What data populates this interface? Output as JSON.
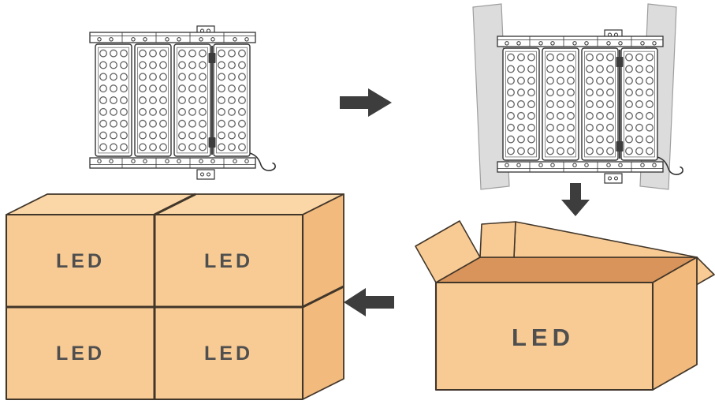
{
  "labels": {
    "stack_boxes": [
      {
        "label": "LED"
      },
      {
        "label": "LED"
      },
      {
        "label": "LED"
      },
      {
        "label": "LED"
      }
    ],
    "open_carton_label": "LED"
  },
  "icons": {
    "flow_step_1": "arrow-right-icon",
    "flow_step_2": "arrow-down-icon",
    "flow_step_3": "arrow-left-icon"
  },
  "colors": {
    "carton": "#f9cb94",
    "carton_top": "#fbd6a6",
    "carton_side": "#f3ba7d",
    "carton_inside": "#d8945a",
    "carton_outline": "#41362a",
    "arrow": "#3d3d3d",
    "foam": "#dcdcdc",
    "foam_outline": "#9e9e9e",
    "panel_line": "#333333",
    "label_text": "#4f4f4f"
  }
}
